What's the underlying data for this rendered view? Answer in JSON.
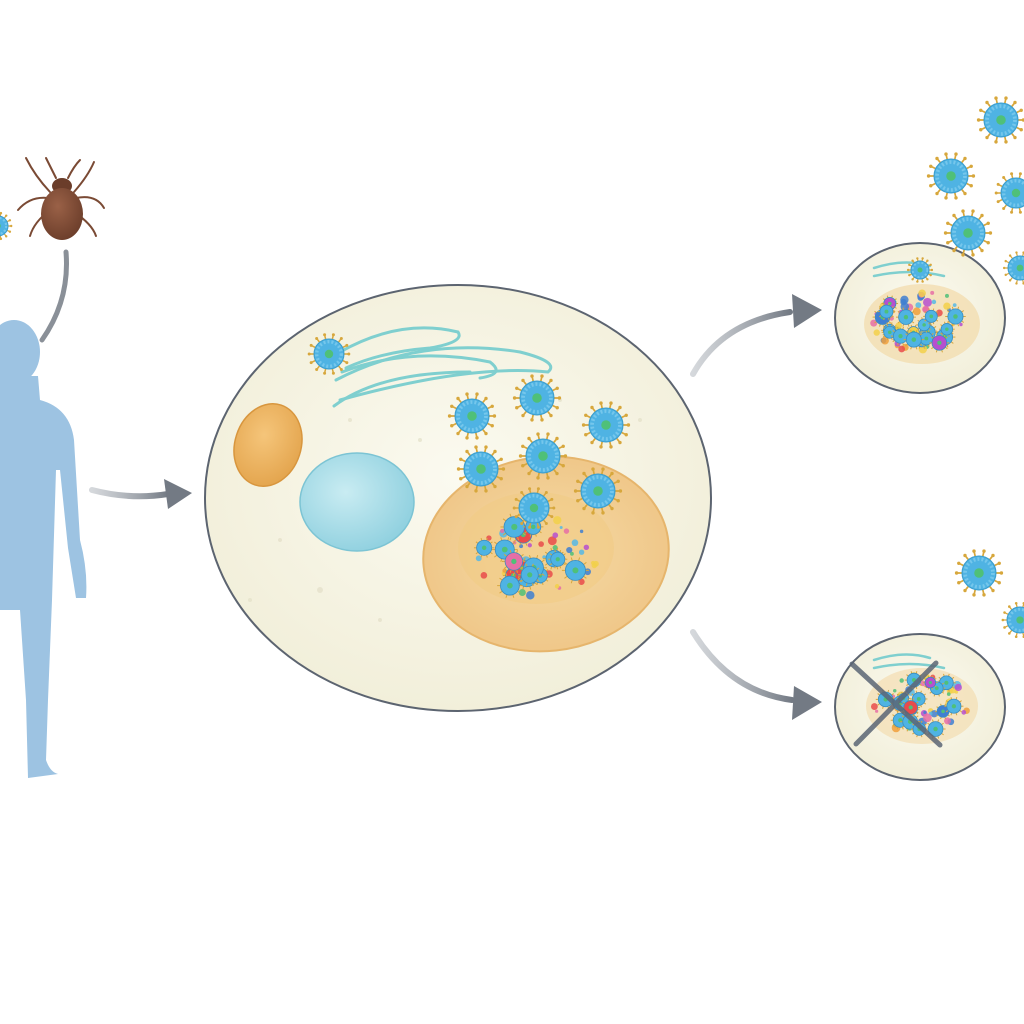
{
  "diagram": {
    "labels": [],
    "colors": {
      "background": "#ffffff",
      "human": "#9dc3e2",
      "tick": "#7a4a34",
      "arrow": "#868c94",
      "cell_fill": "#f8f6e6",
      "cell_outline": "#5c6470",
      "golgi": "#7fcfcf",
      "mitochondrion": "#eab15c",
      "nucleus": "#a7dbe6",
      "replication_compartment": "#f2cf92",
      "virion": "#4fb3e3",
      "virion_core": "#4fc078",
      "virion_spikes": "#d7a73c",
      "cross_mark": "#5b6675"
    },
    "icons": {
      "host": "human-silhouette-icon",
      "vector": "tick-icon",
      "virus": "virion-icon",
      "blocked": "cross-mark-icon"
    },
    "nodes": [
      {
        "id": "vector",
        "icon": "tick-icon"
      },
      {
        "id": "host",
        "icon": "human-silhouette-icon"
      },
      {
        "id": "infected-cell"
      },
      {
        "id": "outcome-release"
      },
      {
        "id": "outcome-blocked",
        "marker": "cross-mark-icon"
      }
    ],
    "edges": [
      {
        "from": "vector",
        "to": "host"
      },
      {
        "from": "host",
        "to": "infected-cell"
      },
      {
        "from": "infected-cell",
        "to": "outcome-release"
      },
      {
        "from": "infected-cell",
        "to": "outcome-blocked"
      }
    ]
  }
}
